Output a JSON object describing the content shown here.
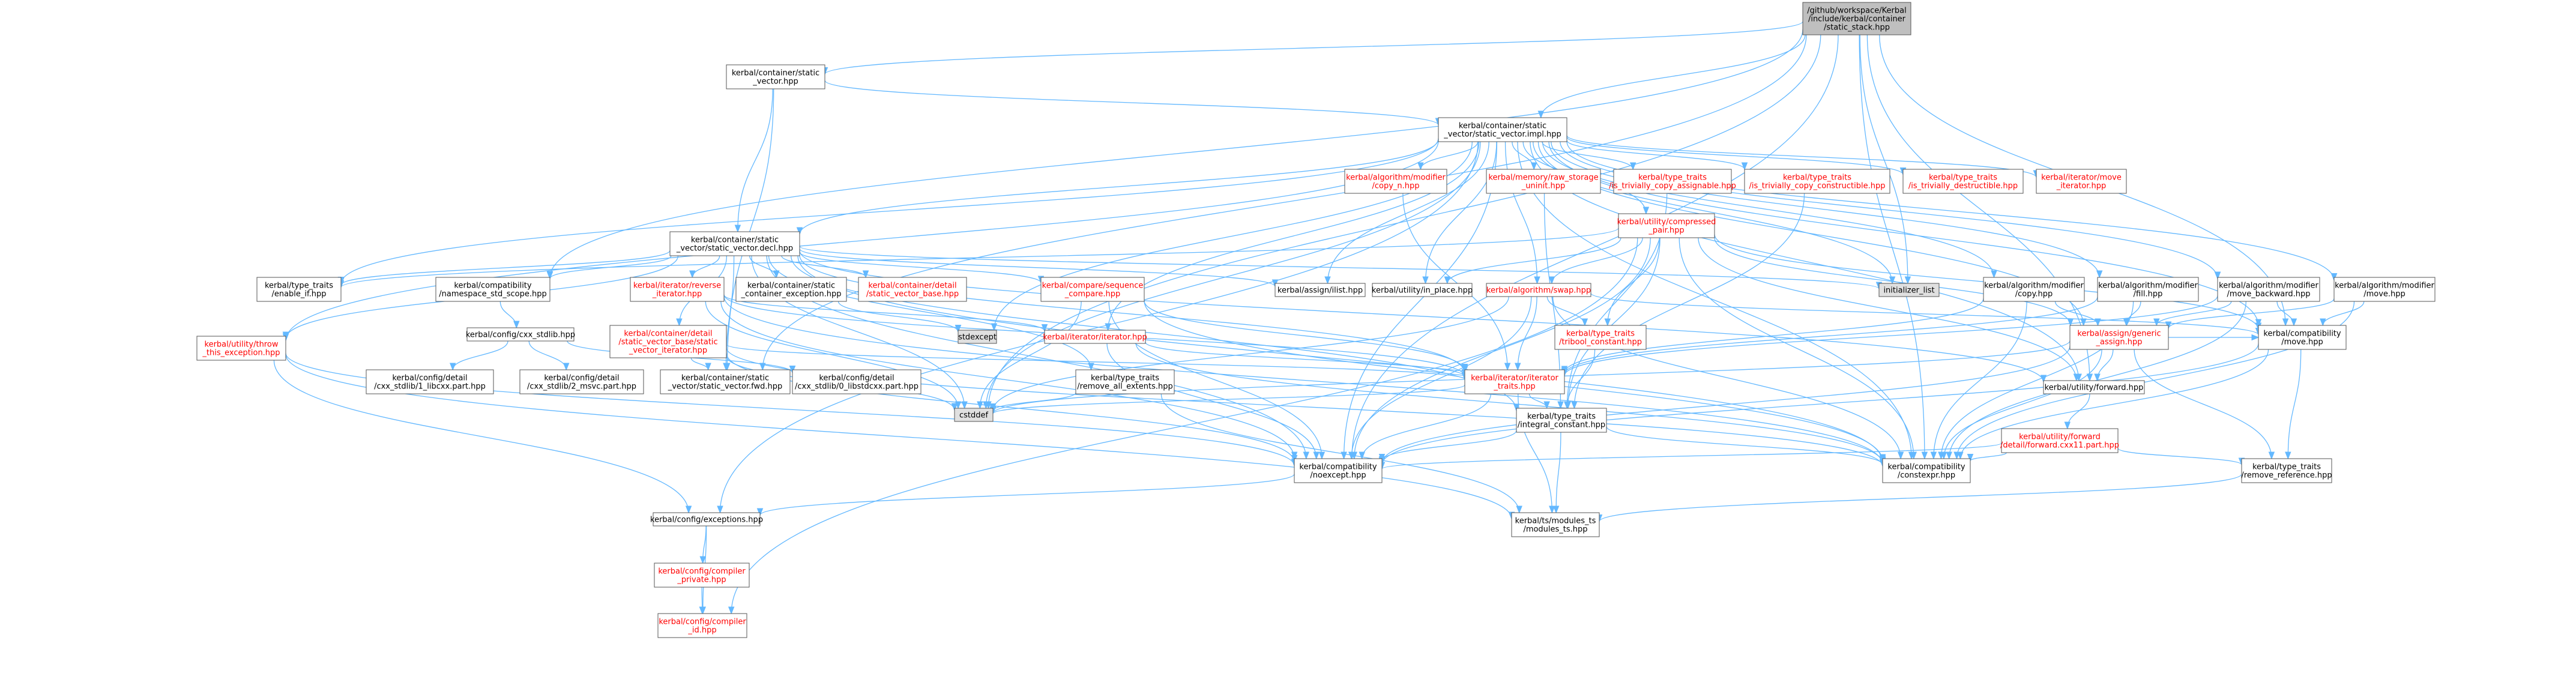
{
  "root": {
    "id": "root",
    "label": [
      "/github/workspace/Kerbal",
      "/include/kerbal/container",
      "/static_stack.hpp"
    ]
  },
  "nodes": [
    {
      "id": "root",
      "label": [
        "/github/workspace/Kerbal",
        "/include/kerbal/container",
        "/static_stack.hpp"
      ],
      "style": "root"
    },
    {
      "id": "sv_hpp",
      "label": [
        "kerbal/container/static",
        "_vector.hpp"
      ],
      "style": "normal"
    },
    {
      "id": "sv_impl",
      "label": [
        "kerbal/container/static",
        "_vector/static_vector.impl.hpp"
      ],
      "style": "normal"
    },
    {
      "id": "copy_n",
      "label": [
        "kerbal/algorithm/modifier",
        "/copy_n.hpp"
      ],
      "style": "red"
    },
    {
      "id": "raw_storage",
      "label": [
        "kerbal/memory/raw_storage",
        "_uninit.hpp"
      ],
      "style": "red"
    },
    {
      "id": "triv_assign",
      "label": [
        "kerbal/type_traits",
        "/is_trivially_copy_assignable.hpp"
      ],
      "style": "red"
    },
    {
      "id": "triv_construct",
      "label": [
        "kerbal/type_traits",
        "/is_trivially_copy_constructible.hpp"
      ],
      "style": "red"
    },
    {
      "id": "triv_destruct",
      "label": [
        "kerbal/type_traits",
        "/is_trivially_destructible.hpp"
      ],
      "style": "red"
    },
    {
      "id": "move_iter",
      "label": [
        "kerbal/iterator/move",
        "_iterator.hpp"
      ],
      "style": "red"
    },
    {
      "id": "compressed_pair",
      "label": [
        "kerbal/utility/compressed",
        "_pair.hpp"
      ],
      "style": "red"
    },
    {
      "id": "sv_decl",
      "label": [
        "kerbal/container/static",
        "_vector/static_vector.decl.hpp"
      ],
      "style": "normal"
    },
    {
      "id": "enable_if",
      "label": [
        "kerbal/type_traits",
        "/enable_if.hpp"
      ],
      "style": "normal"
    },
    {
      "id": "ns_std",
      "label": [
        "kerbal/compatibility",
        "/namespace_std_scope.hpp"
      ],
      "style": "normal"
    },
    {
      "id": "reverse_iter",
      "label": [
        "kerbal/iterator/reverse",
        "_iterator.hpp"
      ],
      "style": "red"
    },
    {
      "id": "sc_exception",
      "label": [
        "kerbal/container/static",
        "_container_exception.hpp"
      ],
      "style": "normal"
    },
    {
      "id": "sv_base",
      "label": [
        "kerbal/container/detail",
        "/static_vector_base.hpp"
      ],
      "style": "red"
    },
    {
      "id": "seq_compare",
      "label": [
        "kerbal/compare/sequence",
        "_compare.hpp"
      ],
      "style": "red"
    },
    {
      "id": "assign_list",
      "label": [
        "kerbal/assign/ilist.hpp"
      ],
      "style": "normal"
    },
    {
      "id": "in_place",
      "label": [
        "kerbal/utility/in_place.hpp"
      ],
      "style": "normal"
    },
    {
      "id": "swap",
      "label": [
        "kerbal/algorithm/swap.hpp"
      ],
      "style": "red"
    },
    {
      "id": "init_list",
      "label": [
        "initializer_list"
      ],
      "style": "gray"
    },
    {
      "id": "copy",
      "label": [
        "kerbal/algorithm/modifier",
        "/copy.hpp"
      ],
      "style": "normal"
    },
    {
      "id": "fill",
      "label": [
        "kerbal/algorithm/modifier",
        "/fill.hpp"
      ],
      "style": "normal"
    },
    {
      "id": "move_backward",
      "label": [
        "kerbal/algorithm/modifier",
        "/move_backward.hpp"
      ],
      "style": "normal"
    },
    {
      "id": "move_alg",
      "label": [
        "kerbal/algorithm/modifier",
        "/move.hpp"
      ],
      "style": "normal"
    },
    {
      "id": "throw_exc",
      "label": [
        "kerbal/utility/throw",
        "_this_exception.hpp"
      ],
      "style": "red"
    },
    {
      "id": "cxx_stdlib",
      "label": [
        "kerbal/config/cxx_stdlib.hpp"
      ],
      "style": "normal"
    },
    {
      "id": "sv_iter",
      "label": [
        "kerbal/container/detail",
        "/static_vector_base/static",
        "_vector_iterator.hpp"
      ],
      "style": "red"
    },
    {
      "id": "stdexcept",
      "label": [
        "stdexcept"
      ],
      "style": "gray"
    },
    {
      "id": "iterator",
      "label": [
        "kerbal/iterator/iterator.hpp"
      ],
      "style": "red"
    },
    {
      "id": "tribool",
      "label": [
        "kerbal/type_traits",
        "/tribool_constant.hpp"
      ],
      "style": "red"
    },
    {
      "id": "generic_assign",
      "label": [
        "kerbal/assign/generic",
        "_assign.hpp"
      ],
      "style": "red"
    },
    {
      "id": "compat_move",
      "label": [
        "kerbal/compatibility",
        "/move.hpp"
      ],
      "style": "normal"
    },
    {
      "id": "libcxx",
      "label": [
        "kerbal/config/detail",
        "/cxx_stdlib/1_libcxx.part.hpp"
      ],
      "style": "normal"
    },
    {
      "id": "msvc",
      "label": [
        "kerbal/config/detail",
        "/cxx_stdlib/2_msvc.part.hpp"
      ],
      "style": "normal"
    },
    {
      "id": "sv_fwd",
      "label": [
        "kerbal/container/static",
        "_vector/static_vector.fwd.hpp"
      ],
      "style": "normal"
    },
    {
      "id": "libstdcxx",
      "label": [
        "kerbal/config/detail",
        "/cxx_stdlib/0_libstdcxx.part.hpp"
      ],
      "style": "normal"
    },
    {
      "id": "rm_extents",
      "label": [
        "kerbal/type_traits",
        "/remove_all_extents.hpp"
      ],
      "style": "normal"
    },
    {
      "id": "iter_traits",
      "label": [
        "kerbal/iterator/iterator",
        "_traits.hpp"
      ],
      "style": "red"
    },
    {
      "id": "fwd",
      "label": [
        "kerbal/utility/forward.hpp"
      ],
      "style": "normal"
    },
    {
      "id": "cstddef",
      "label": [
        "cstddef"
      ],
      "style": "gray"
    },
    {
      "id": "integral",
      "label": [
        "kerbal/type_traits",
        "/integral_constant.hpp"
      ],
      "style": "normal"
    },
    {
      "id": "fwd_cxx11",
      "label": [
        "kerbal/utility/forward",
        "/detail/forward.cxx11.part.hpp"
      ],
      "style": "red"
    },
    {
      "id": "noexcept",
      "label": [
        "kerbal/compatibility",
        "/noexcept.hpp"
      ],
      "style": "normal"
    },
    {
      "id": "constexpr",
      "label": [
        "kerbal/compatibility",
        "/constexpr.hpp"
      ],
      "style": "normal"
    },
    {
      "id": "rm_ref",
      "label": [
        "kerbal/type_traits",
        "/remove_reference.hpp"
      ],
      "style": "normal"
    },
    {
      "id": "exceptions",
      "label": [
        "kerbal/config/exceptions.hpp"
      ],
      "style": "normal"
    },
    {
      "id": "modules_ts",
      "label": [
        "kerbal/ts/modules_ts",
        "/modules_ts.hpp"
      ],
      "style": "normal"
    },
    {
      "id": "compiler_private",
      "label": [
        "kerbal/config/compiler",
        "_private.hpp"
      ],
      "style": "red"
    },
    {
      "id": "compiler_id",
      "label": [
        "kerbal/config/compiler",
        "_id.hpp"
      ],
      "style": "red"
    }
  ],
  "edges": [
    [
      "root",
      "sv_hpp"
    ],
    [
      "root",
      "sv_impl"
    ],
    [
      "root",
      "ns_std"
    ],
    [
      "root",
      "init_list"
    ],
    [
      "root",
      "compat_move"
    ],
    [
      "root",
      "fwd"
    ],
    [
      "root",
      "constexpr"
    ],
    [
      "root",
      "noexcept"
    ],
    [
      "root",
      "cstddef"
    ],
    [
      "root",
      "sv_fwd"
    ],
    [
      "sv_hpp",
      "sv_decl"
    ],
    [
      "sv_hpp",
      "sv_impl"
    ],
    [
      "sv_hpp",
      "sv_fwd"
    ],
    [
      "sv_impl",
      "copy_n"
    ],
    [
      "sv_impl",
      "raw_storage"
    ],
    [
      "sv_impl",
      "triv_assign"
    ],
    [
      "sv_impl",
      "triv_construct"
    ],
    [
      "sv_impl",
      "triv_destruct"
    ],
    [
      "sv_impl",
      "move_iter"
    ],
    [
      "sv_impl",
      "compressed_pair"
    ],
    [
      "sv_impl",
      "sv_decl"
    ],
    [
      "sv_impl",
      "enable_if"
    ],
    [
      "sv_impl",
      "assign_list"
    ],
    [
      "sv_impl",
      "in_place"
    ],
    [
      "sv_impl",
      "swap"
    ],
    [
      "sv_impl",
      "init_list"
    ],
    [
      "sv_impl",
      "copy"
    ],
    [
      "sv_impl",
      "fill"
    ],
    [
      "sv_impl",
      "move_backward"
    ],
    [
      "sv_impl",
      "move_alg"
    ],
    [
      "sv_impl",
      "throw_exc"
    ],
    [
      "sv_impl",
      "stdexcept"
    ],
    [
      "sv_impl",
      "iterator"
    ],
    [
      "sv_impl",
      "generic_assign"
    ],
    [
      "sv_impl",
      "compat_move"
    ],
    [
      "sv_impl",
      "cstddef"
    ],
    [
      "sv_impl",
      "fwd"
    ],
    [
      "sv_impl",
      "constexpr"
    ],
    [
      "sv_impl",
      "noexcept"
    ],
    [
      "sv_impl",
      "exceptions"
    ],
    [
      "copy_n",
      "iter_traits"
    ],
    [
      "raw_storage",
      "integral"
    ],
    [
      "triv_assign",
      "integral"
    ],
    [
      "triv_construct",
      "integral"
    ],
    [
      "compressed_pair",
      "generic_assign"
    ],
    [
      "compressed_pair",
      "in_place"
    ],
    [
      "compressed_pair",
      "swap"
    ],
    [
      "compressed_pair",
      "tribool"
    ],
    [
      "compressed_pair",
      "fwd"
    ],
    [
      "compressed_pair",
      "compat_move"
    ],
    [
      "compressed_pair",
      "constexpr"
    ],
    [
      "compressed_pair",
      "noexcept"
    ],
    [
      "compressed_pair",
      "integral"
    ],
    [
      "compressed_pair",
      "compiler_id"
    ],
    [
      "compressed_pair",
      "enable_if"
    ],
    [
      "sv_decl",
      "enable_if"
    ],
    [
      "sv_decl",
      "ns_std"
    ],
    [
      "sv_decl",
      "reverse_iter"
    ],
    [
      "sv_decl",
      "sc_exception"
    ],
    [
      "sv_decl",
      "sv_base"
    ],
    [
      "sv_decl",
      "seq_compare"
    ],
    [
      "sv_decl",
      "assign_list"
    ],
    [
      "sv_decl",
      "init_list"
    ],
    [
      "sv_decl",
      "sv_iter"
    ],
    [
      "sv_decl",
      "rm_extents"
    ],
    [
      "sv_decl",
      "iter_traits"
    ],
    [
      "sv_decl",
      "cstddef"
    ],
    [
      "sv_decl",
      "constexpr"
    ],
    [
      "sv_decl",
      "noexcept"
    ],
    [
      "sv_decl",
      "integral"
    ],
    [
      "sv_decl",
      "fwd"
    ],
    [
      "sv_decl",
      "throw_exc"
    ],
    [
      "sv_decl",
      "sv_fwd"
    ],
    [
      "ns_std",
      "cxx_stdlib"
    ],
    [
      "cxx_stdlib",
      "libcxx"
    ],
    [
      "cxx_stdlib",
      "msvc"
    ],
    [
      "cxx_stdlib",
      "libstdcxx"
    ],
    [
      "reverse_iter",
      "iterator"
    ],
    [
      "reverse_iter",
      "iter_traits"
    ],
    [
      "reverse_iter",
      "constexpr"
    ],
    [
      "reverse_iter",
      "noexcept"
    ],
    [
      "reverse_iter",
      "cstddef"
    ],
    [
      "sc_exception",
      "stdexcept"
    ],
    [
      "seq_compare",
      "iter_traits"
    ],
    [
      "seq_compare",
      "constexpr"
    ],
    [
      "seq_compare",
      "noexcept"
    ],
    [
      "seq_compare",
      "cstddef"
    ],
    [
      "swap",
      "compat_move"
    ],
    [
      "swap",
      "constexpr"
    ],
    [
      "swap",
      "noexcept"
    ],
    [
      "swap",
      "tribool"
    ],
    [
      "swap",
      "cstddef"
    ],
    [
      "swap",
      "iter_traits"
    ],
    [
      "copy",
      "generic_assign"
    ],
    [
      "copy",
      "iter_traits"
    ],
    [
      "copy",
      "constexpr"
    ],
    [
      "fill",
      "generic_assign"
    ],
    [
      "fill",
      "iter_traits"
    ],
    [
      "fill",
      "constexpr"
    ],
    [
      "move_backward",
      "generic_assign"
    ],
    [
      "move_backward",
      "compat_move"
    ],
    [
      "move_backward",
      "iter_traits"
    ],
    [
      "move_backward",
      "constexpr"
    ],
    [
      "move_alg",
      "generic_assign"
    ],
    [
      "move_alg",
      "compat_move"
    ],
    [
      "move_alg",
      "constexpr"
    ],
    [
      "throw_exc",
      "exceptions"
    ],
    [
      "throw_exc",
      "noexcept"
    ],
    [
      "throw_exc",
      "modules_ts"
    ],
    [
      "sv_iter",
      "iter_traits"
    ],
    [
      "sv_iter",
      "constexpr"
    ],
    [
      "sv_iter",
      "noexcept"
    ],
    [
      "sv_iter",
      "cstddef"
    ],
    [
      "sv_iter",
      "sv_fwd"
    ],
    [
      "iterator",
      "iter_traits"
    ],
    [
      "iterator",
      "constexpr"
    ],
    [
      "iterator",
      "noexcept"
    ],
    [
      "tribool",
      "integral"
    ],
    [
      "generic_assign",
      "fwd"
    ],
    [
      "generic_assign",
      "compat_move"
    ],
    [
      "generic_assign",
      "constexpr"
    ],
    [
      "generic_assign",
      "noexcept"
    ],
    [
      "generic_assign",
      "rm_ref"
    ],
    [
      "generic_assign",
      "cstddef"
    ],
    [
      "compat_move",
      "constexpr"
    ],
    [
      "compat_move",
      "noexcept"
    ],
    [
      "compat_move",
      "rm_ref"
    ],
    [
      "rm_extents",
      "cstddef"
    ],
    [
      "rm_extents",
      "modules_ts"
    ],
    [
      "iter_traits",
      "integral"
    ],
    [
      "iter_traits",
      "cstddef"
    ],
    [
      "iter_traits",
      "modules_ts"
    ],
    [
      "iter_traits",
      "noexcept"
    ],
    [
      "fwd",
      "fwd_cxx11"
    ],
    [
      "fwd_cxx11",
      "constexpr"
    ],
    [
      "fwd_cxx11",
      "noexcept"
    ],
    [
      "fwd_cxx11",
      "rm_ref"
    ],
    [
      "integral",
      "constexpr"
    ],
    [
      "integral",
      "noexcept"
    ],
    [
      "integral",
      "modules_ts"
    ],
    [
      "noexcept",
      "exceptions"
    ],
    [
      "rm_ref",
      "modules_ts"
    ],
    [
      "exceptions",
      "compiler_private"
    ],
    [
      "exceptions",
      "compiler_id"
    ],
    [
      "compiler_private",
      "compiler_id"
    ]
  ],
  "colors": {
    "edge": "#63b8ff",
    "node_fill": "#ffffff",
    "node_border": "#555555",
    "root_fill": "#bfbfbf",
    "gray_fill": "#e0e0e0",
    "red_text": "#ff0000"
  }
}
